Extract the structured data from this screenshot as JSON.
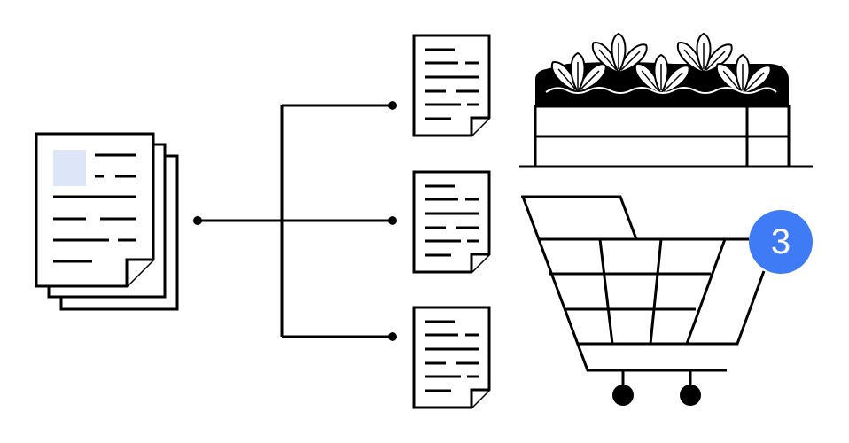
{
  "illustration": {
    "cart_badge_count": "3",
    "colors": {
      "badge": "#3f7bf4",
      "doc_placeholder": "#dce6f8",
      "stroke": "#000000"
    },
    "output_documents": 3,
    "plants": 5
  }
}
